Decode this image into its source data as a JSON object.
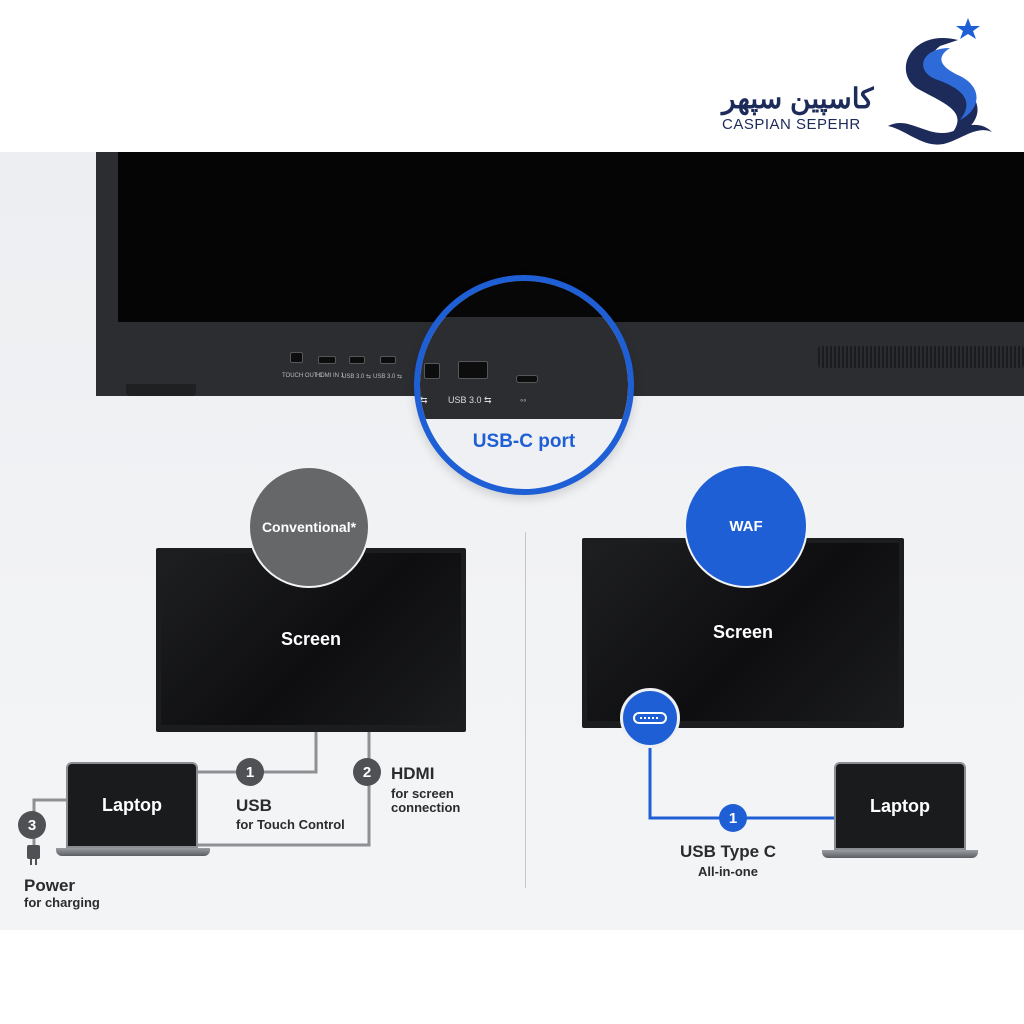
{
  "logo": {
    "persian": "کاسپین سپهر",
    "english": "CASPIAN SEPEHR"
  },
  "ports": [
    {
      "label": "TOUCH OUT 1"
    },
    {
      "label": "HDMI IN 1"
    },
    {
      "label": "USB 3.0 ⇆"
    },
    {
      "label": "USB 3.0 ⇆"
    },
    {
      "label": "⇆"
    }
  ],
  "zoom": {
    "title": "USB-C port",
    "left_label": "⇆",
    "usb_label": "USB 3.0 ⇆",
    "usbc_label": "◦◦"
  },
  "conventional": {
    "badge": "Conventional*",
    "screen": "Screen",
    "laptop": "Laptop",
    "steps": [
      {
        "num": "1",
        "title": "USB",
        "sub": "for Touch Control"
      },
      {
        "num": "2",
        "title": "HDMI",
        "sub": "for screen connection",
        "sub1": "for screen",
        "sub2": "connection"
      },
      {
        "num": "3",
        "title": "Power",
        "sub": "for charging"
      }
    ]
  },
  "waf": {
    "badge": "WAF",
    "screen": "Screen",
    "laptop": "Laptop",
    "step": {
      "num": "1",
      "title": "USB Type C",
      "sub": "All-in-one"
    }
  },
  "colors": {
    "accent_blue": "#1f5fd6",
    "badge_gray": "#666769",
    "cable_gray": "#8e9094",
    "logo_navy": "#1c2b5a"
  }
}
